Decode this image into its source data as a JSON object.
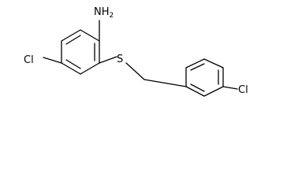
{
  "molecule": {
    "atoms": {
      "amine": {
        "symbol": "NH",
        "subscript": "2"
      },
      "chloro_left": {
        "symbol": "Cl"
      },
      "thioether": {
        "symbol": "S"
      },
      "chloro_right": {
        "symbol": "Cl"
      }
    }
  }
}
